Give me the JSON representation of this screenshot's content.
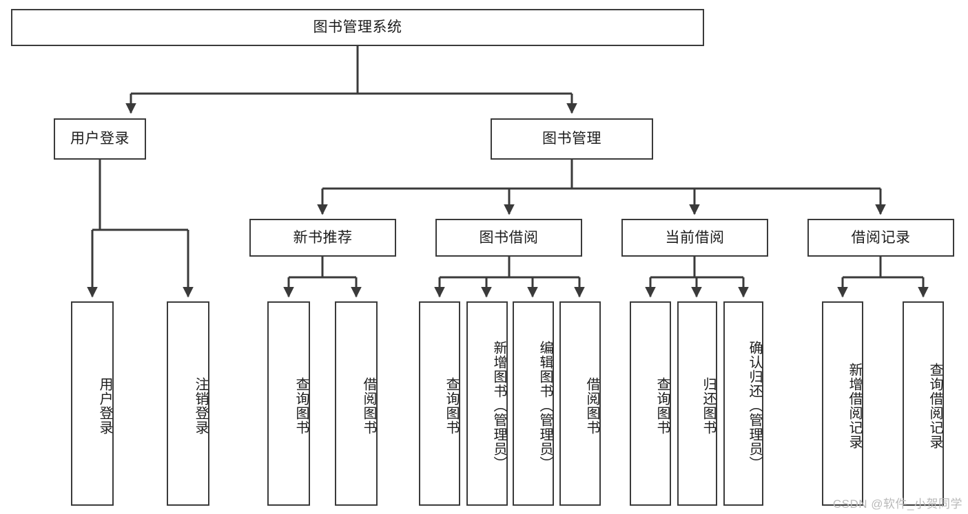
{
  "diagram": {
    "title": "图书管理系统",
    "type": "hierarchy-tree",
    "line_color": "#3a3a3a",
    "box_fill": "#ffffff",
    "text_color": "#1c1c1c",
    "watermark": "CSDN @软件_小贺同学",
    "nodes": {
      "root": {
        "label": "图书管理系统"
      },
      "level2": [
        {
          "id": "user_login",
          "label": "用户登录"
        },
        {
          "id": "book_manage",
          "label": "图书管理"
        }
      ],
      "level3": [
        {
          "id": "new_book_rec",
          "label": "新书推荐"
        },
        {
          "id": "book_borrow",
          "label": "图书借阅"
        },
        {
          "id": "current_borrow",
          "label": "当前借阅"
        },
        {
          "id": "borrow_record",
          "label": "借阅记录"
        }
      ],
      "leaves": {
        "user_login": [
          {
            "id": "leaf_user_login",
            "label": "用户登录"
          },
          {
            "id": "leaf_logout",
            "label": "注销登录"
          }
        ],
        "new_book_rec": [
          {
            "id": "leaf_query_book_1",
            "label": "查询图书"
          },
          {
            "id": "leaf_borrow_book_1",
            "label": "借阅图书"
          }
        ],
        "book_borrow": [
          {
            "id": "leaf_query_book_2",
            "label": "查询图书"
          },
          {
            "id": "leaf_add_book",
            "label": "新增图书（管理员）"
          },
          {
            "id": "leaf_edit_book",
            "label": "编辑图书（管理员）"
          },
          {
            "id": "leaf_borrow_book_2",
            "label": "借阅图书"
          }
        ],
        "current_borrow": [
          {
            "id": "leaf_query_book_3",
            "label": "查询图书"
          },
          {
            "id": "leaf_return_book",
            "label": "归还图书"
          },
          {
            "id": "leaf_confirm_return",
            "label": "确认归还（管理员）"
          }
        ],
        "borrow_record": [
          {
            "id": "leaf_add_record",
            "label": "新增借阅记录"
          },
          {
            "id": "leaf_query_record",
            "label": "查询借阅记录"
          }
        ]
      }
    }
  }
}
